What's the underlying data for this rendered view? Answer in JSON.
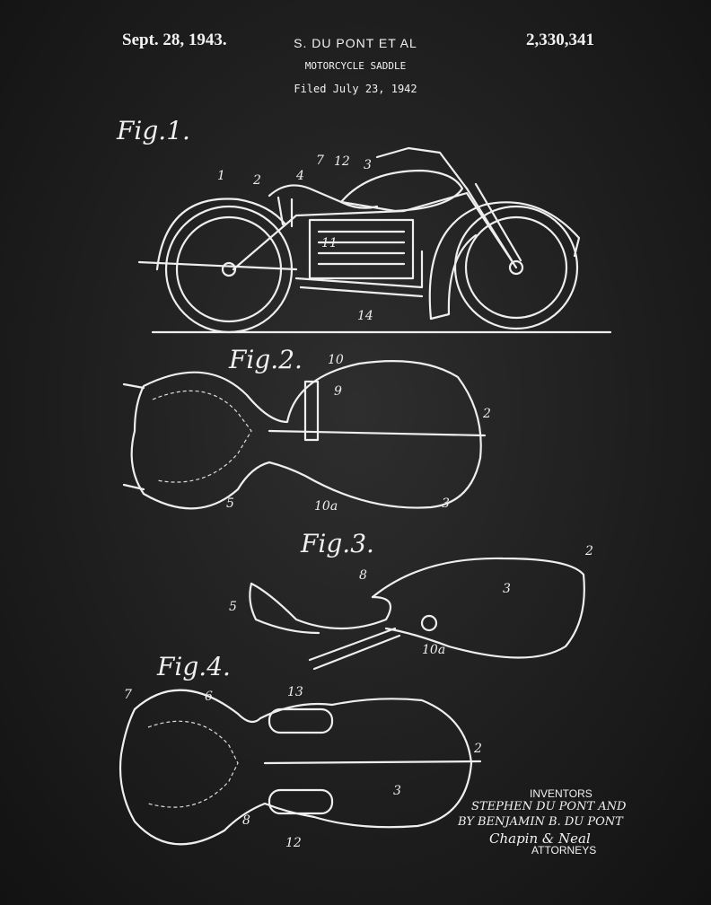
{
  "header": {
    "date": "Sept. 28, 1943.",
    "inventor": "S. DU PONT ET AL",
    "patent_number": "2,330,341",
    "subject": "MOTORCYCLE SADDLE",
    "filed": "Filed July 23, 1942"
  },
  "figures": {
    "fig1": "Fig.1.",
    "fig2": "Fig.2.",
    "fig3": "Fig.3.",
    "fig4": "Fig.4."
  },
  "refs": {
    "fig1": [
      "1",
      "2",
      "4",
      "7",
      "12",
      "3",
      "11",
      "14"
    ],
    "fig2": [
      "10",
      "9",
      "2",
      "5",
      "10a",
      "3"
    ],
    "fig3": [
      "2",
      "8",
      "3",
      "5",
      "10a"
    ],
    "fig4": [
      "7",
      "6",
      "13",
      "2",
      "3",
      "8",
      "12"
    ]
  },
  "signature": {
    "inventors_label": "INVENTORS",
    "line1": "STEPHEN DU PONT AND",
    "line2": "BY BENJAMIN B. DU PONT",
    "firm": "Chapin & Neal",
    "attorneys_label": "ATTORNEYS"
  }
}
